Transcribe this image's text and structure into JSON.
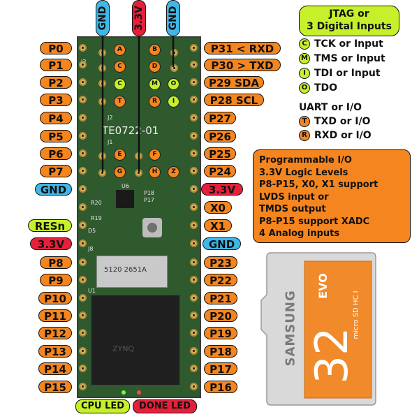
{
  "top_pins": [
    {
      "label": "GND",
      "color": "#3fb7e8"
    },
    {
      "label": "3.3V",
      "color": "#e5203a"
    },
    {
      "label": "GND",
      "color": "#3fb7e8"
    }
  ],
  "left_pins": [
    {
      "label": "P0",
      "color": "orange"
    },
    {
      "label": "P1",
      "color": "orange"
    },
    {
      "label": "P2",
      "color": "orange"
    },
    {
      "label": "P3",
      "color": "orange"
    },
    {
      "label": "P4",
      "color": "orange"
    },
    {
      "label": "P5",
      "color": "orange"
    },
    {
      "label": "P6",
      "color": "orange"
    },
    {
      "label": "P7",
      "color": "orange"
    },
    {
      "label": "GND",
      "color": "blue"
    },
    {
      "label": "RESn",
      "color": "green"
    },
    {
      "label": "3.3V",
      "color": "red"
    },
    {
      "label": "P8",
      "color": "orange"
    },
    {
      "label": "P9",
      "color": "orange"
    },
    {
      "label": "P10",
      "color": "orange"
    },
    {
      "label": "P11",
      "color": "orange"
    },
    {
      "label": "P12",
      "color": "orange"
    },
    {
      "label": "P13",
      "color": "orange"
    },
    {
      "label": "P14",
      "color": "orange"
    },
    {
      "label": "P15",
      "color": "orange"
    }
  ],
  "right_pins": [
    {
      "label": "P31 < RXD",
      "color": "orange"
    },
    {
      "label": "P30 > TXD",
      "color": "orange"
    },
    {
      "label": "P29 SDA",
      "color": "orange"
    },
    {
      "label": "P28 SCL",
      "color": "orange"
    },
    {
      "label": "P27",
      "color": "orange"
    },
    {
      "label": "P26",
      "color": "orange"
    },
    {
      "label": "P25",
      "color": "orange"
    },
    {
      "label": "P24",
      "color": "orange"
    },
    {
      "label": "3.3V",
      "color": "red"
    },
    {
      "label": "X0",
      "color": "orange"
    },
    {
      "label": "X1",
      "color": "orange"
    },
    {
      "label": "GND",
      "color": "blue"
    },
    {
      "label": "P23",
      "color": "orange"
    },
    {
      "label": "P22",
      "color": "orange"
    },
    {
      "label": "P21",
      "color": "orange"
    },
    {
      "label": "P20",
      "color": "orange"
    },
    {
      "label": "P19",
      "color": "orange"
    },
    {
      "label": "P18",
      "color": "orange"
    },
    {
      "label": "P17",
      "color": "orange"
    },
    {
      "label": "P16",
      "color": "orange"
    }
  ],
  "jtag_title": "JTAG or\n3 Digital Inputs",
  "jtag_legend": [
    {
      "key": "C",
      "text": "TCK or Input"
    },
    {
      "key": "M",
      "text": "TMS or Input"
    },
    {
      "key": "I",
      "text": "TDI or Input"
    },
    {
      "key": "O",
      "text": "TDO"
    }
  ],
  "uart_title": "UART or I/O",
  "uart_legend": [
    {
      "key": "T",
      "text": "TXD or I/O"
    },
    {
      "key": "R",
      "text": "RXD or I/O"
    }
  ],
  "info_box": [
    "Programmable I/O",
    "3.3V Logic Levels",
    "P8-P15, X0, X1 support",
    "LVDS input or",
    "TMDS output",
    "P8-P15 support XADC",
    "4 Analog inputs"
  ],
  "board": {
    "name": "TE0722-01",
    "pad_rows": [
      [
        "A",
        "B"
      ],
      [
        "C",
        "D"
      ],
      [
        "C",
        "M",
        "O"
      ],
      [
        "T",
        "R",
        "I"
      ],
      [
        "E",
        "F"
      ],
      [
        "G",
        "H",
        "Z"
      ]
    ],
    "labels": {
      "j3": "J3",
      "j2": "J2",
      "j1": "J1",
      "u6": "U6",
      "p18": "P18",
      "p17": "P17",
      "r20": "R20",
      "r19": "R19",
      "d5": "D5",
      "j8": "J8",
      "u1": "U1",
      "chip": "ZYNQ",
      "cap": "5120 2651A"
    }
  },
  "leds": {
    "cpu": "CPU LED",
    "done": "DONE LED"
  },
  "sdcard": {
    "brand": "SAMSUNG",
    "capacity": "32",
    "series": "EVO",
    "sub": "micro SD HC I"
  }
}
